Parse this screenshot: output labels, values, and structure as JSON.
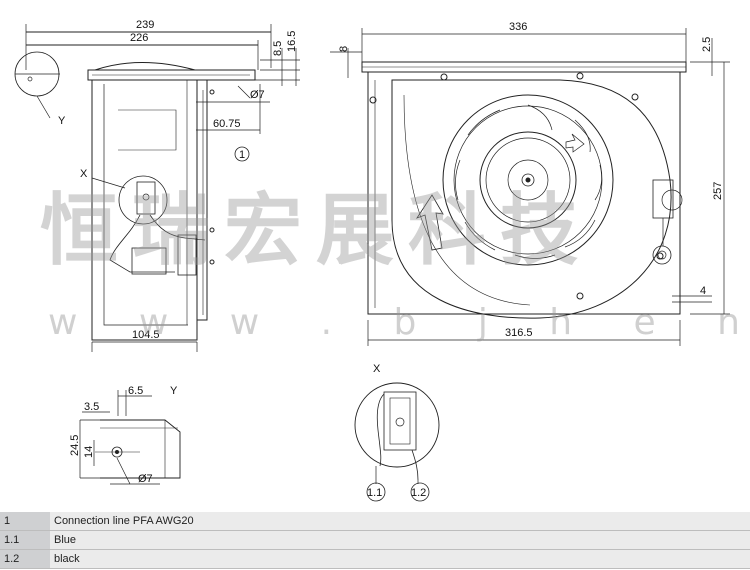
{
  "watermark": {
    "chinese": "恒瑞宏展科技",
    "url": "w w w . b j h e n g r u i . c n"
  },
  "dimensions": {
    "left_view": {
      "width_overall": "239",
      "width_inner": "226",
      "height_a": "8.5",
      "height_b": "16.5",
      "diameter": "Ø7",
      "offset": "60.75",
      "depth": "104.5"
    },
    "right_view": {
      "width_top": "336",
      "height_left": "8",
      "height_right": "2.5",
      "total_height": "257",
      "gap": "4",
      "width_bottom": "316.5"
    },
    "detail_y": {
      "a": "6.5",
      "b": "3.5",
      "c": "24.5",
      "d": "14",
      "diameter": "Ø7"
    }
  },
  "labels": {
    "view_y": "Y",
    "view_x": "X",
    "callout_1": "1",
    "callout_1_1": "1.1",
    "callout_1_2": "1.2",
    "detail_y_title": "Y",
    "detail_x_title": "X"
  },
  "legend": [
    {
      "code": "1",
      "description": "Connection line PFA AWG20"
    },
    {
      "code": "1.1",
      "description": "Blue"
    },
    {
      "code": "1.2",
      "description": "black"
    }
  ]
}
